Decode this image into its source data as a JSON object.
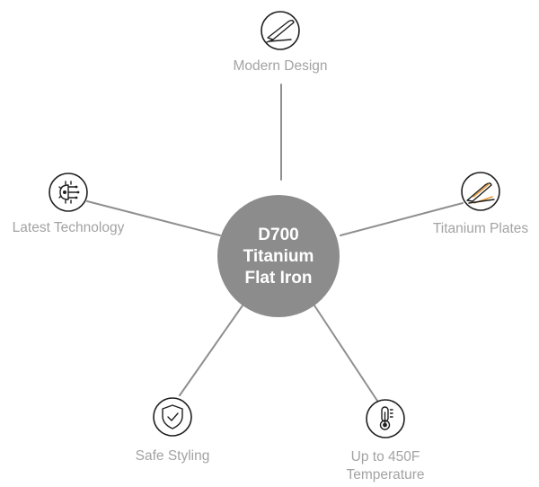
{
  "hub": {
    "lines": [
      "D700",
      "Titanium",
      "Flat Iron"
    ]
  },
  "features": [
    {
      "id": "modern-design",
      "icon": "flat-iron-icon",
      "label_lines": [
        "Modern Design"
      ]
    },
    {
      "id": "titanium-plates",
      "icon": "titanium-plates-icon",
      "label_lines": [
        "Titanium Plates"
      ]
    },
    {
      "id": "temperature",
      "icon": "thermometer-icon",
      "label_lines": [
        "Up to 450F",
        "Temperature"
      ]
    },
    {
      "id": "safe-styling",
      "icon": "shield-check-icon",
      "label_lines": [
        "Safe Styling"
      ]
    },
    {
      "id": "latest-technology",
      "icon": "gear-circuit-icon",
      "label_lines": [
        "Latest Technology"
      ]
    }
  ],
  "colors": {
    "hub": "#8c8c8c",
    "hub_text": "#ffffff",
    "connector": "#8f8f8f",
    "label": "#a3a3a3",
    "icon": "#1f1f1f",
    "accent": "#e59a3a"
  }
}
